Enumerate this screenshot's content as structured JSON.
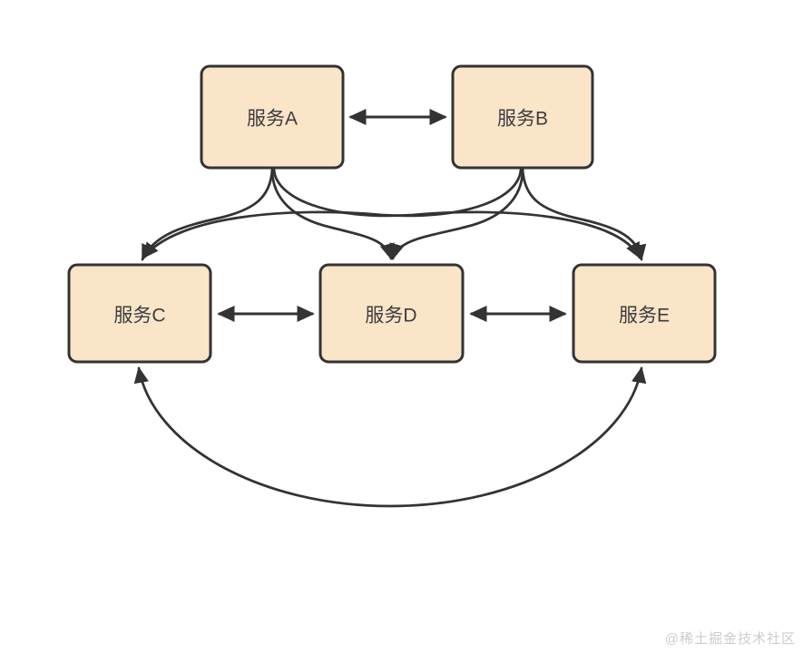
{
  "nodes": [
    {
      "id": "A",
      "label": "服务A"
    },
    {
      "id": "B",
      "label": "服务B"
    },
    {
      "id": "C",
      "label": "服务C"
    },
    {
      "id": "D",
      "label": "服务D"
    },
    {
      "id": "E",
      "label": "服务E"
    }
  ],
  "edges": [
    {
      "from": "服务A",
      "to": "服务B",
      "style": "straight",
      "direction": "bidirectional"
    },
    {
      "from": "服务C",
      "to": "服务D",
      "style": "straight",
      "direction": "bidirectional"
    },
    {
      "from": "服务D",
      "to": "服务E",
      "style": "straight",
      "direction": "bidirectional"
    },
    {
      "from": "服务A",
      "to": "服务C",
      "style": "curved",
      "direction": "one-way"
    },
    {
      "from": "服务A",
      "to": "服务D",
      "style": "curved",
      "direction": "one-way"
    },
    {
      "from": "服务A",
      "to": "服务E",
      "style": "curved",
      "direction": "one-way"
    },
    {
      "from": "服务B",
      "to": "服务C",
      "style": "curved",
      "direction": "one-way"
    },
    {
      "from": "服务B",
      "to": "服务D",
      "style": "curved",
      "direction": "one-way"
    },
    {
      "from": "服务B",
      "to": "服务E",
      "style": "curved",
      "direction": "one-way"
    },
    {
      "from": "服务C",
      "to": "服务E",
      "style": "curved",
      "direction": "bidirectional"
    }
  ],
  "colors": {
    "background": "#ffffff",
    "node_fill": "#fae5c9",
    "node_border": "#333333",
    "edge": "#333333",
    "label": "#3d3d3d",
    "watermark": "#cccccc"
  },
  "watermark": {
    "text": "@稀土掘金技术社区"
  }
}
